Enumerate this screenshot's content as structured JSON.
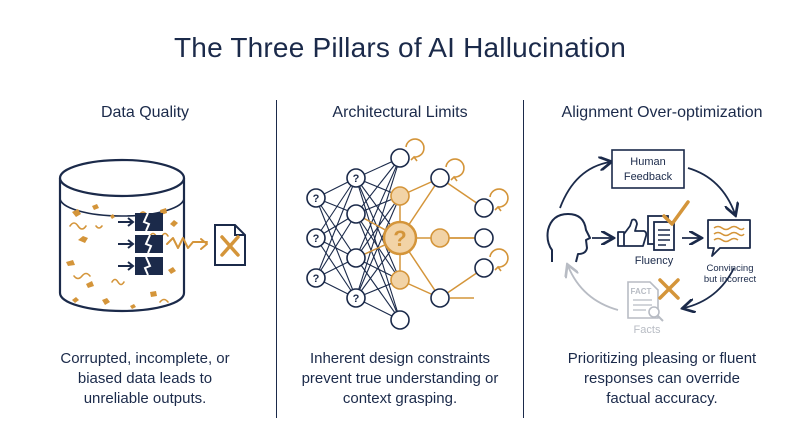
{
  "title": "The Three Pillars of AI Hallucination",
  "pillars": [
    {
      "heading": "Data Quality",
      "description": [
        "Corrupted, incomplete, or",
        "biased data leads to",
        "unreliable outputs."
      ]
    },
    {
      "heading": "Architectural Limits",
      "description": [
        "Inherent design constraints",
        "prevent true understanding or",
        "context grasping."
      ]
    },
    {
      "heading": "Alignment Over-optimization",
      "description": [
        "Prioritizing pleasing or fluent",
        "responses can override",
        "factual accuracy."
      ],
      "diagram": {
        "human_feedback": [
          "Human",
          "Feedback"
        ],
        "fluency": "Fluency",
        "convincing": [
          "Convincing",
          "but incorrect"
        ],
        "fact_doc": "FACT",
        "facts": "Facts"
      }
    }
  ],
  "network_question_mark": "?",
  "colors": {
    "navy": "#1b2a4a",
    "orange": "#d4953a",
    "orange_fill": "#f2d3a6",
    "gray": "#b8bcc4"
  }
}
